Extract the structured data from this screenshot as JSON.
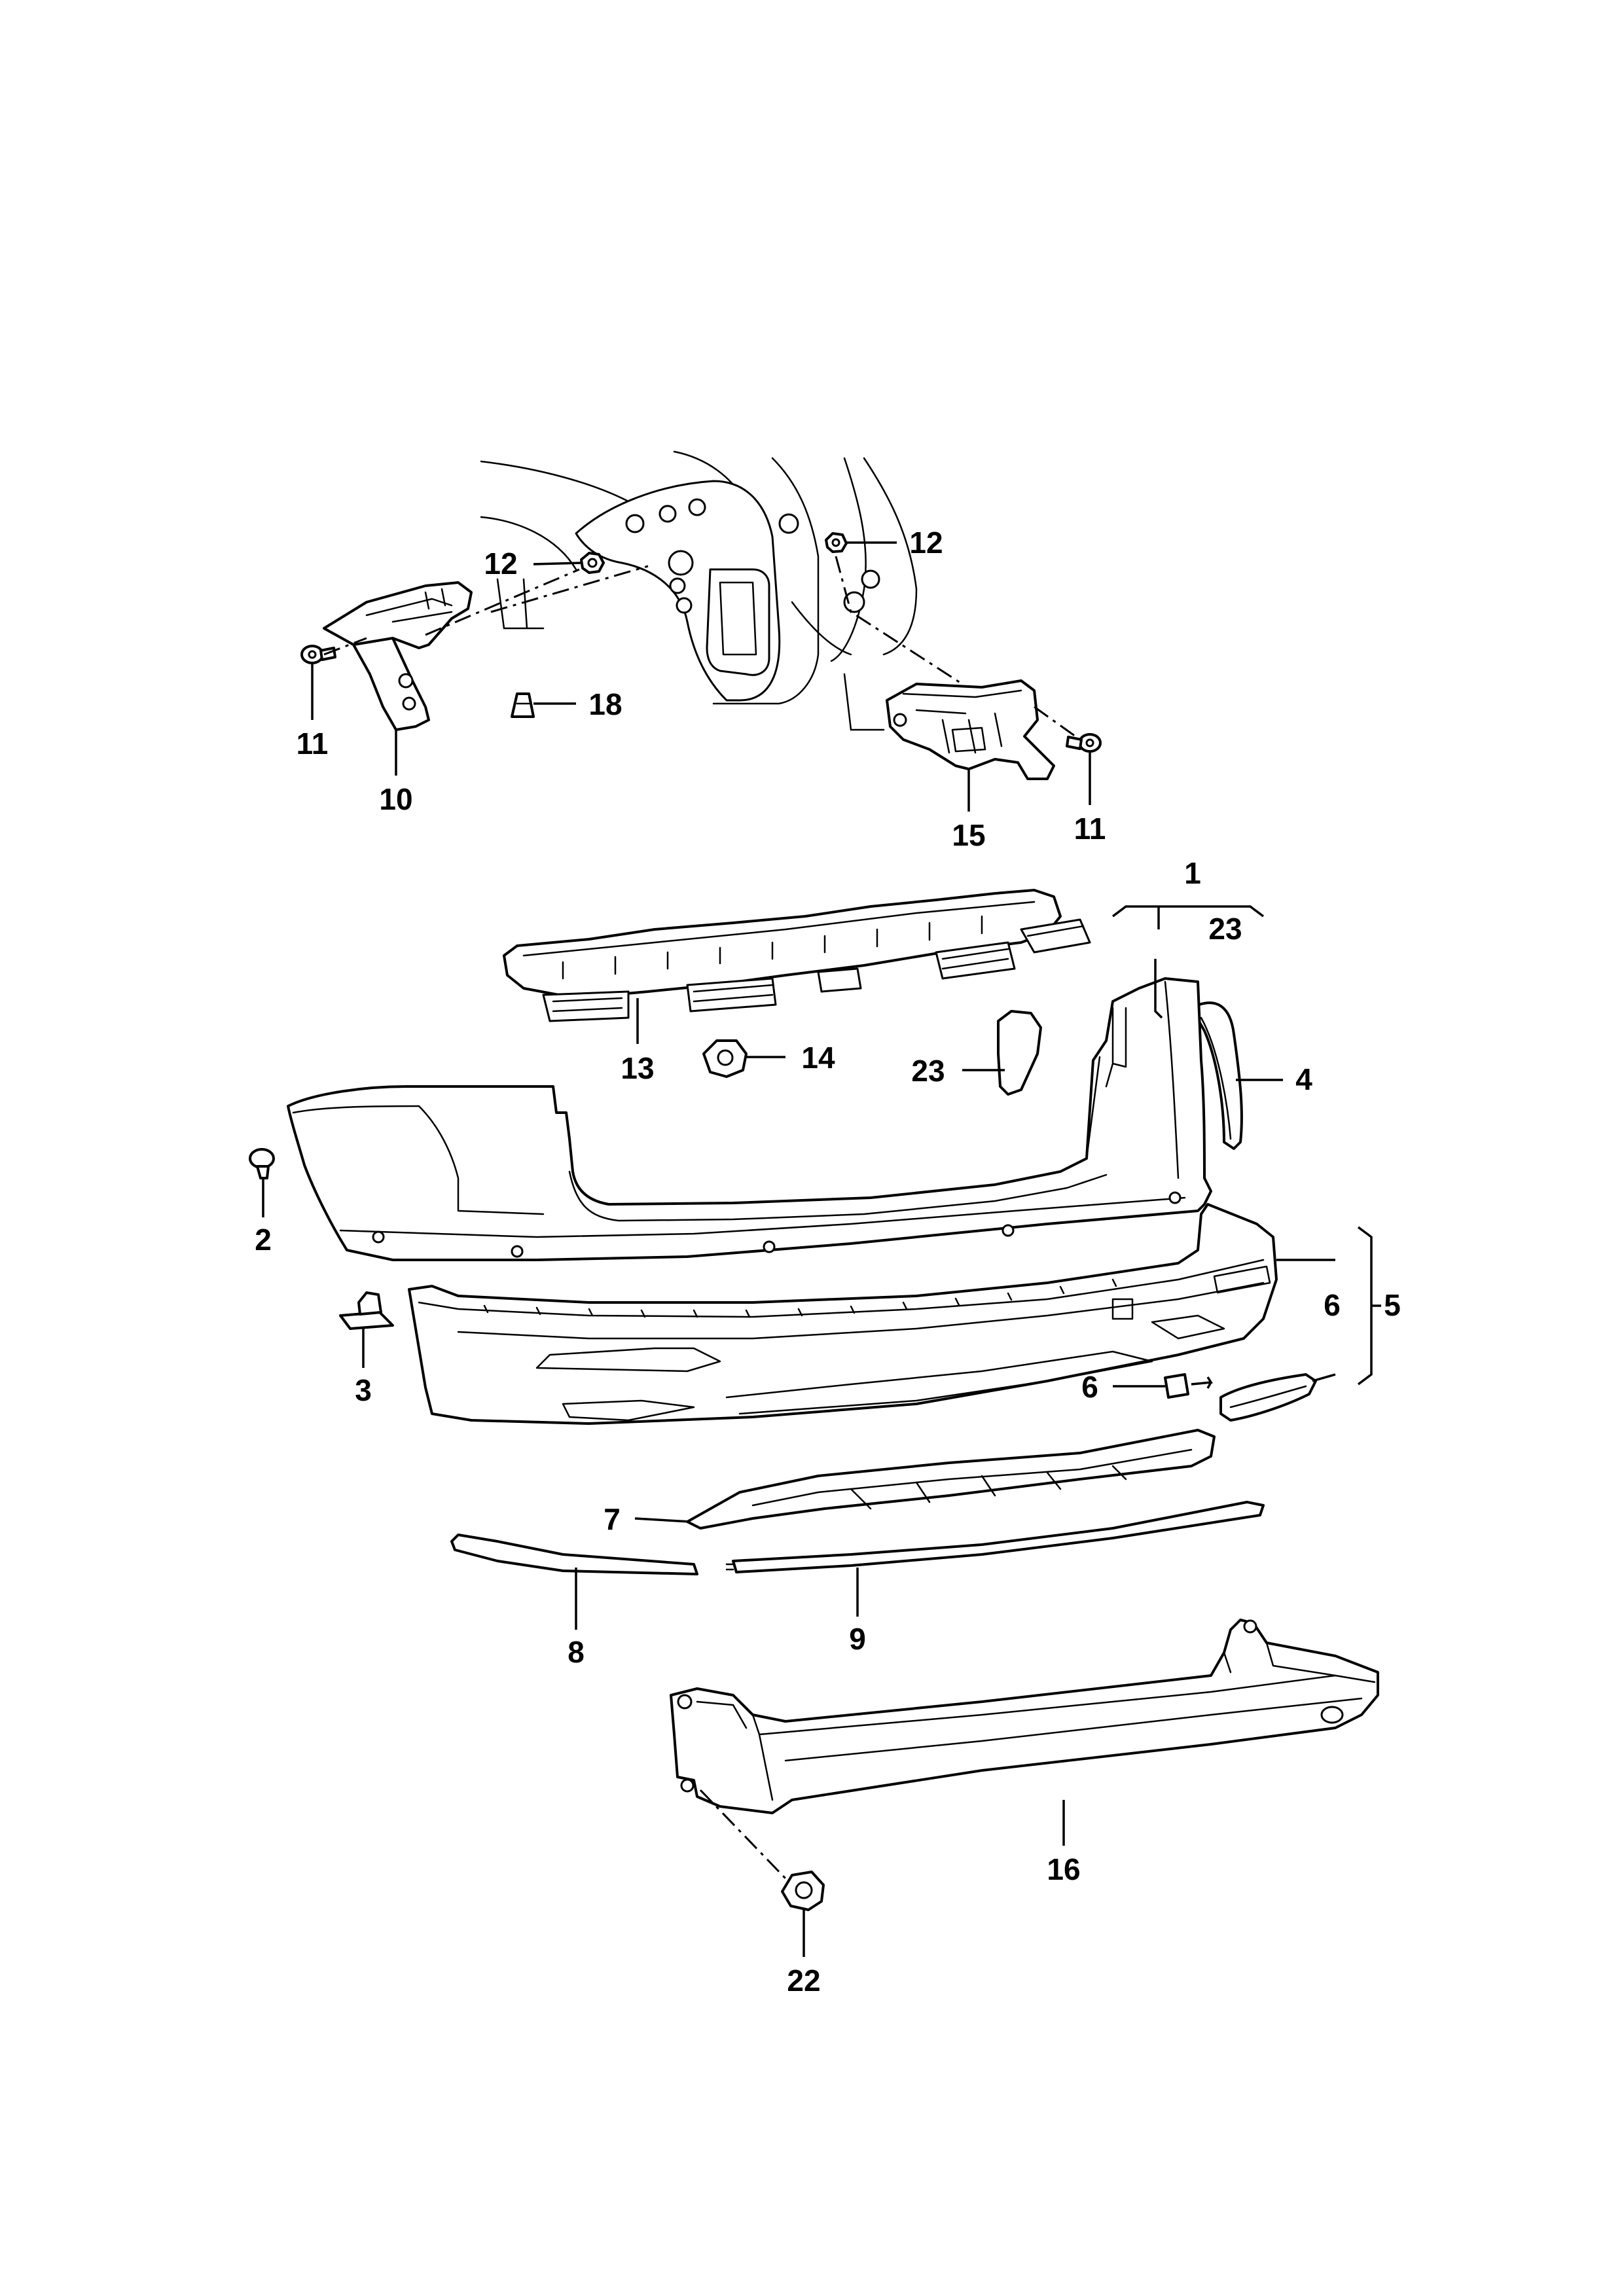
{
  "callouts": {
    "p1": "1",
    "p2": "2",
    "p3": "3",
    "p4": "4",
    "p5": "5",
    "p6a": "6",
    "p6b": "6",
    "p7": "7",
    "p8": "8",
    "p9": "9",
    "p10": "10",
    "p11a": "11",
    "p11b": "11",
    "p12a": "12",
    "p12b": "12",
    "p13": "13",
    "p14": "14",
    "p15": "15",
    "p16": "16",
    "p18": "18",
    "p22": "22",
    "p23a": "23",
    "p23b": "23"
  }
}
